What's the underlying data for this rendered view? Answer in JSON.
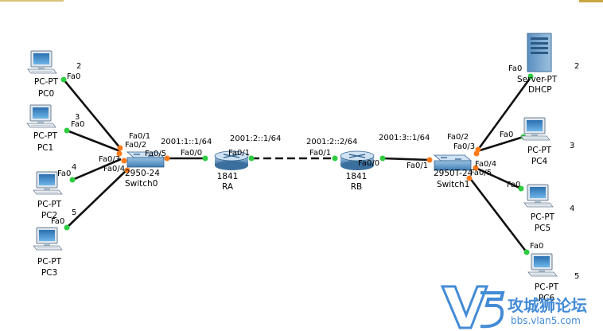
{
  "colors": {
    "link": "#111111",
    "port_up": "#2ecc40",
    "port_orange": "#ff7a1a",
    "watermark": "#2f7fd2"
  },
  "devices": {
    "pc0": {
      "type": "PC-PT",
      "name": "PC0",
      "num": "2",
      "port": "Fa0"
    },
    "pc1": {
      "type": "PC-PT",
      "name": "PC1",
      "num": "3",
      "port": "Fa0"
    },
    "pc2": {
      "type": "PC-PT",
      "name": "PC2",
      "num": "4",
      "port": "Fa0"
    },
    "pc3": {
      "type": "PC-PT",
      "name": "PC3",
      "num": "5",
      "port": "Fa0"
    },
    "switch0": {
      "type": "2950-24",
      "name": "Switch0",
      "ports": [
        "Fa0/1",
        "Fa0/2",
        "Fa0/3",
        "Fa0/4",
        "Fa0/5"
      ]
    },
    "ra": {
      "type": "1841",
      "name": "RA",
      "ports": [
        "Fa0/0",
        "Fa0/1"
      ],
      "ip_left": "2001:1::1/64",
      "ip_right": "2001:2::1/64"
    },
    "rb": {
      "type": "1841",
      "name": "RB",
      "ports": [
        "Fa0/1",
        "Fa0/0"
      ],
      "ip_left": "2001:2::2/64",
      "ip_right": "2001:3::1/64"
    },
    "switch1": {
      "type": "2950T-24",
      "name": "Switch1",
      "ports": [
        "Fa0/1",
        "Fa0/2",
        "Fa0/3",
        "Fa0/4",
        "Fa0/5"
      ]
    },
    "server": {
      "type": "Server-PT",
      "name": "DHCP",
      "num": "2",
      "port": "Fa0"
    },
    "pc4": {
      "type": "PC-PT",
      "name": "PC4",
      "num": "3",
      "port": "Fa0"
    },
    "pc5": {
      "type": "PC-PT",
      "name": "PC5",
      "num": "4",
      "port": "Fa0"
    },
    "pc6": {
      "type": "PC-PT",
      "name": "PC6",
      "num": "5",
      "port": "Fa0"
    }
  },
  "watermark": {
    "brand": "攻城狮论坛",
    "url": "bbs.vlan5.com",
    "logo_letter": "V5"
  }
}
